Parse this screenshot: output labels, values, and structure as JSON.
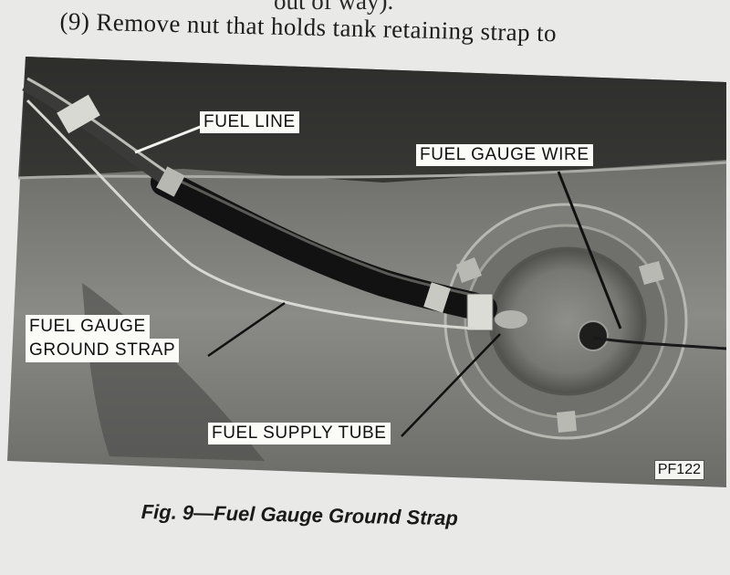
{
  "page": {
    "top_partial_text": "out of way).",
    "step_text": "(9) Remove nut that holds tank retaining strap to"
  },
  "figure": {
    "labels": {
      "fuel_line": "FUEL LINE",
      "fuel_gauge_wire": "FUEL GAUGE WIRE",
      "ground_strap_line1": "FUEL GAUGE",
      "ground_strap_line2": "GROUND STRAP",
      "fuel_supply_tube": "FUEL SUPPLY TUBE"
    },
    "plate_code": "PF122",
    "caption": "Fig. 9—Fuel Gauge Ground Strap"
  }
}
